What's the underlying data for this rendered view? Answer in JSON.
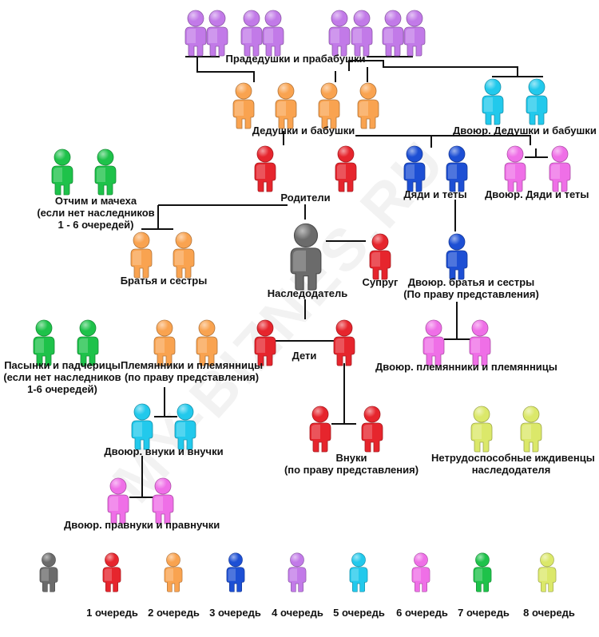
{
  "watermark": "MY-BIZNES.RU",
  "colors": {
    "gray": "#6b6b6b",
    "red": "#e6252d",
    "orange": "#f9a350",
    "blue": "#1d4fd4",
    "violet": "#c27ae8",
    "cyan": "#22c9ec",
    "pink": "#ef6fe7",
    "green": "#1ec24a",
    "yellow": "#dbe86a"
  },
  "labels": {
    "great_grandparents": "Прадедушки и прабабушки",
    "grandparents": "Дедушки и бабушки",
    "cousin_grandparents": "Двоюр. Дедушки и бабушки",
    "stepparents": [
      "Отчим и мачеха",
      "(если нет наследников",
      "1 - 6 очередей)"
    ],
    "parents": "Родители",
    "uncles_aunts": "Дяди и теты",
    "cousin_uncles_aunts": "Двоюр. Дяди и теты",
    "siblings": "Братья и сестры",
    "testator": "Наследодатель",
    "spouse": "Супруг",
    "cousins": [
      "Двоюр. братья и сестры",
      "(По праву представления)"
    ],
    "stepchildren": [
      "Пасынки и падчерицы",
      "(если нет наследников",
      "1-6 очередей)"
    ],
    "nephews": [
      "Племянники и племянницы",
      "(по праву представления)"
    ],
    "children": "Дети",
    "cousin_nephews": "Двоюр. племянники и племянницы",
    "cousin_grandchildren": "Двоюр. внуки и внучки",
    "grandchildren": [
      "Внуки",
      "(по праву представления)"
    ],
    "dependents": [
      "Нетрудоспособные иждивенцы",
      "наследодателя"
    ],
    "cousin_great_grandchildren": "Двоюр. правнуки и правнучки"
  },
  "legend": [
    {
      "color": "gray",
      "label": ""
    },
    {
      "color": "red",
      "label": "1 очередь"
    },
    {
      "color": "orange",
      "label": "2 очередь"
    },
    {
      "color": "blue",
      "label": "3 очередь"
    },
    {
      "color": "violet",
      "label": "4 очередь"
    },
    {
      "color": "cyan",
      "label": "5 очередь"
    },
    {
      "color": "pink",
      "label": "6 очередь"
    },
    {
      "color": "green",
      "label": "7 очередь"
    },
    {
      "color": "yellow",
      "label": "8 очередь"
    }
  ]
}
